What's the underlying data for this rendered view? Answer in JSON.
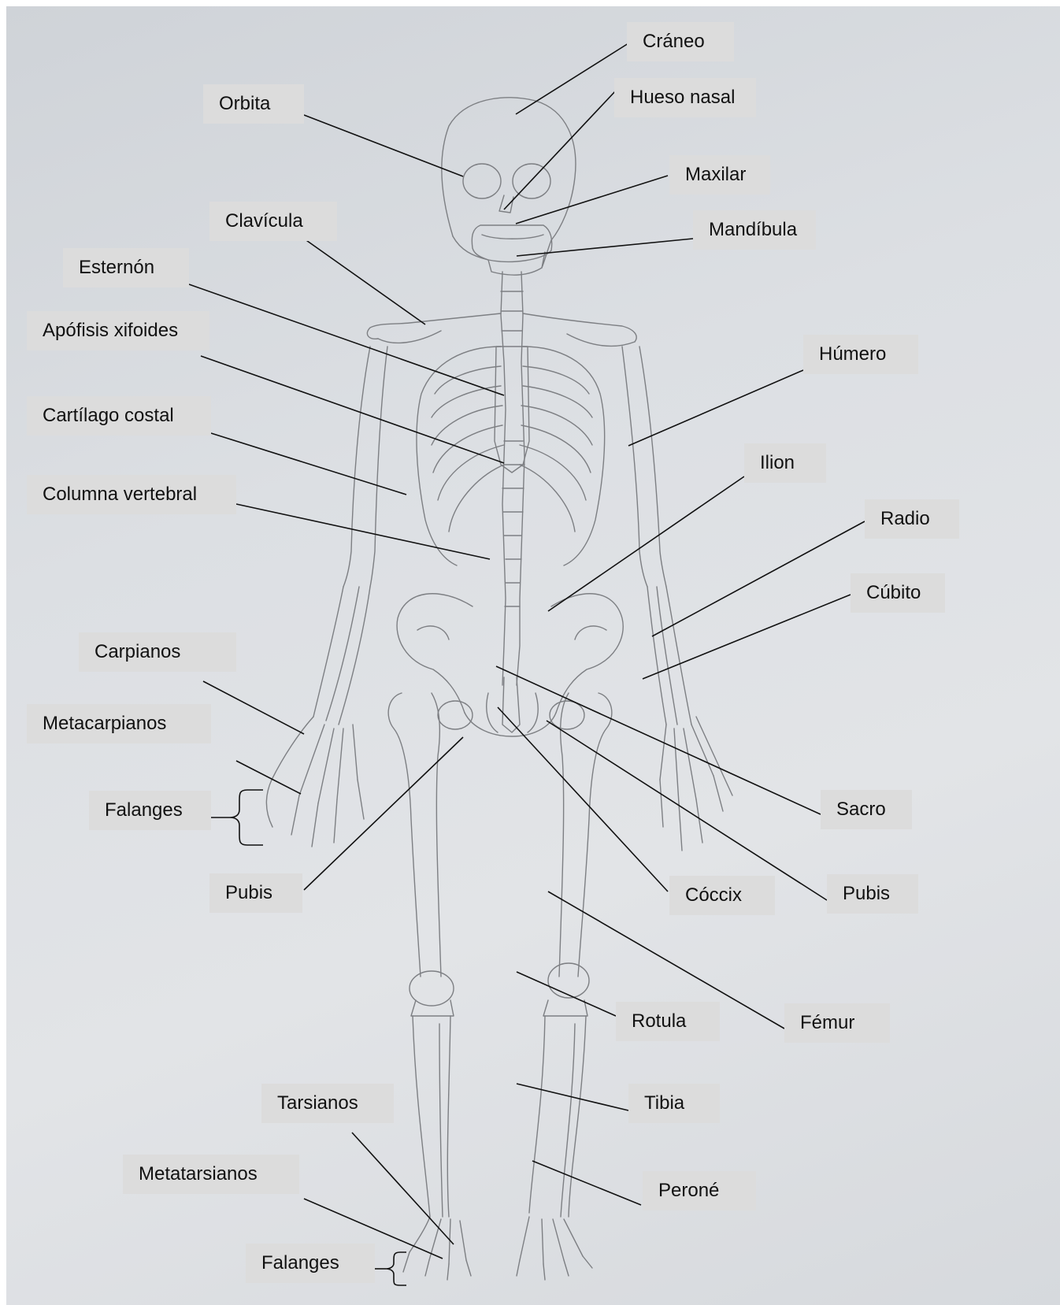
{
  "labels": {
    "craneo": "Cráneo",
    "hueso_nasal": "Hueso nasal",
    "orbita": "Orbita",
    "maxilar": "Maxilar",
    "clavicula": "Clavícula",
    "mandibula": "Mandíbula",
    "esternon": "Esternón",
    "apofisis_xifoides": "Apófisis xifoides",
    "humero": "Húmero",
    "cartilago_costal": "Cartílago costal",
    "ilion": "Ilion",
    "columna_vertebral": "Columna vertebral",
    "radio": "Radio",
    "cubito": "Cúbito",
    "carpianos": "Carpianos",
    "metacarpianos": "Metacarpianos",
    "falanges_mano": "Falanges",
    "sacro": "Sacro",
    "pubis_izq": "Pubis",
    "coccix": "Cóccix",
    "pubis_der": "Pubis",
    "rotula": "Rotula",
    "femur": "Fémur",
    "tarsianos": "Tarsianos",
    "tibia": "Tibia",
    "metatarsianos": "Metatarsianos",
    "perone": "Peroné",
    "falanges_pie": "Falanges"
  },
  "colors": {
    "paper": "#d9dce0",
    "label_box": "#dcdcdc",
    "pencil": "#7d7f83",
    "leader": "#111111"
  }
}
